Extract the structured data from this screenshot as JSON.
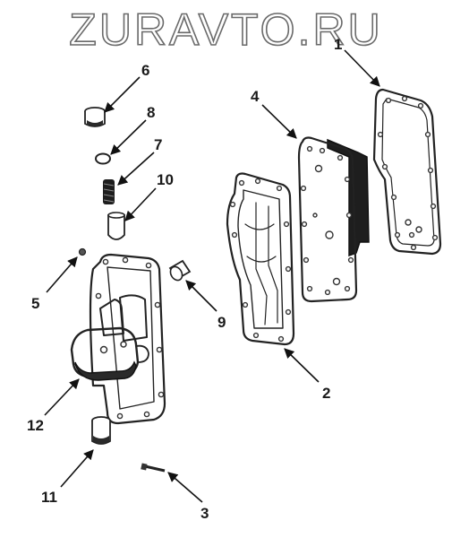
{
  "watermark": "ZURAVTO.RU",
  "callouts": [
    {
      "id": "1",
      "text": "1"
    },
    {
      "id": "2",
      "text": "2"
    },
    {
      "id": "3",
      "text": "3"
    },
    {
      "id": "4",
      "text": "4"
    },
    {
      "id": "5",
      "text": "5"
    },
    {
      "id": "6",
      "text": "6"
    },
    {
      "id": "7",
      "text": "7"
    },
    {
      "id": "8",
      "text": "8"
    },
    {
      "id": "9",
      "text": "9"
    },
    {
      "id": "10",
      "text": "10"
    },
    {
      "id": "11",
      "text": "11"
    },
    {
      "id": "12",
      "text": "12"
    }
  ]
}
